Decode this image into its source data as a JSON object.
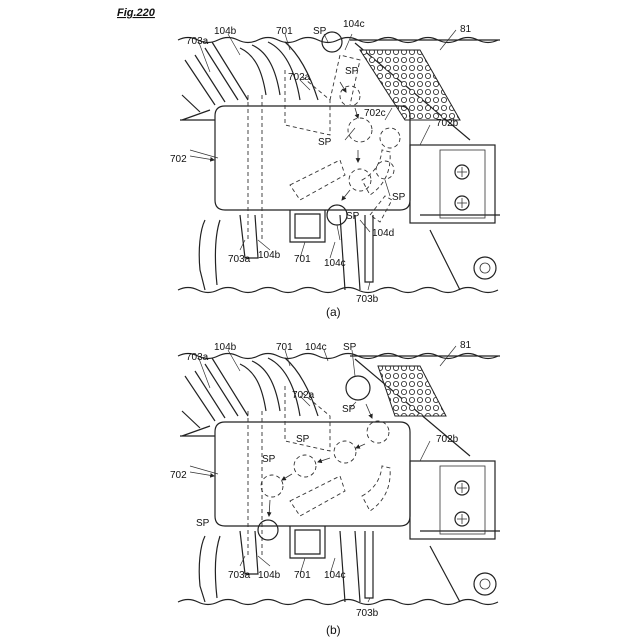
{
  "figure": {
    "title": "Fig.220",
    "panel_a": {
      "caption": "(a)",
      "labels": {
        "l703a_top": "703a",
        "l104b_top": "104b",
        "l701_top": "701",
        "lSP_top": "SP",
        "l104c_top": "104c",
        "l81": "81",
        "l702a": "702a",
        "lSP_a2": "SP",
        "l702c": "702c",
        "l702b": "702b",
        "l702": "702",
        "lSP_left": "SP",
        "lSP_right": "SP",
        "l104d": "104d",
        "lSP_low": "SP",
        "l703a_bot": "703a",
        "l104b_bot": "104b",
        "l701_bot": "701",
        "l104c_bot": "104c",
        "l703b": "703b"
      }
    },
    "panel_b": {
      "caption": "(b)",
      "labels": {
        "l703a_top": "703a",
        "l104b_top": "104b",
        "l701_top": "701",
        "l104c_top": "104c",
        "lSP_top": "SP",
        "l81": "81",
        "l702a": "702a",
        "lSP_a2": "SP",
        "lSP_c": "SP",
        "lSP_d": "SP",
        "l702b": "702b",
        "l702": "702",
        "lSP_bl": "SP",
        "l703a_bot": "703a",
        "l104b_bot": "104b",
        "l701_bot": "701",
        "l104c_bot": "104c",
        "l703b": "703b"
      }
    }
  }
}
